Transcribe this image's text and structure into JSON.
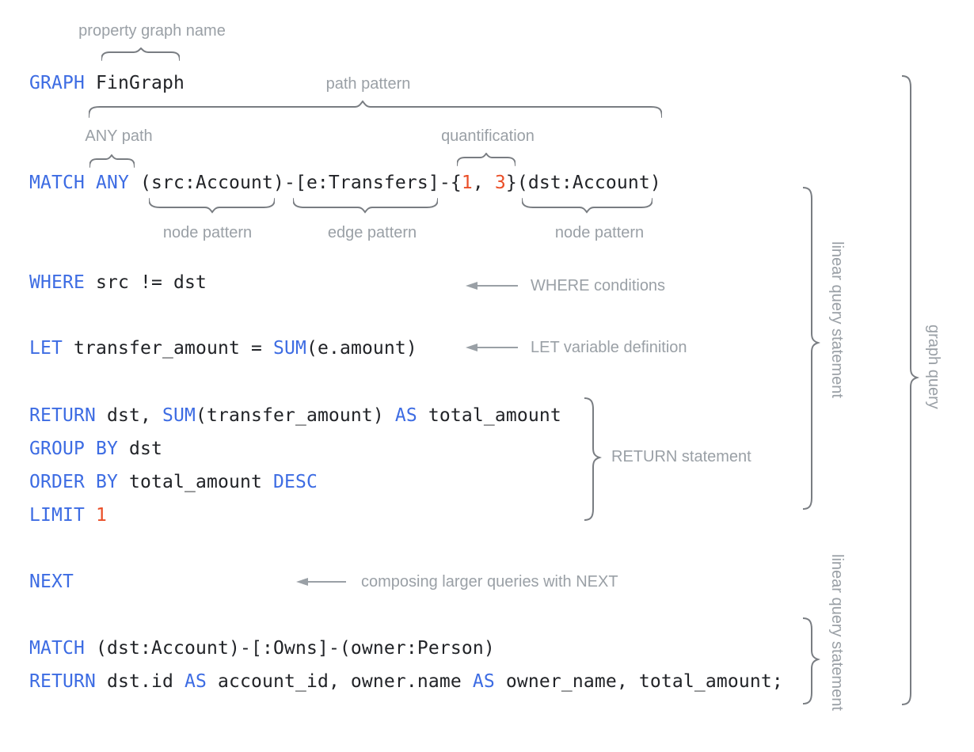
{
  "palette": {
    "background": "#ffffff",
    "keyword": "#3d6ce3",
    "literal": "#ea4e27",
    "code": "#212327",
    "label": "#9aa0a6",
    "line": "#797d82"
  },
  "annotations": {
    "property_graph_name": "property graph name",
    "path_pattern": "path pattern",
    "any_path": "ANY path",
    "quantification": "quantification",
    "node_pattern_left": "node pattern",
    "edge_pattern": "edge pattern",
    "node_pattern_right": "node pattern",
    "where_conditions": "WHERE conditions",
    "let_variable_definition": "LET variable definition",
    "return_statement": "RETURN statement",
    "composing_next": "composing larger queries with NEXT",
    "linear_query_statement_top": "linear query statement",
    "linear_query_statement_bottom": "linear query statement",
    "graph_query": "graph query"
  },
  "code": {
    "graph": {
      "keyword": "GRAPH",
      "name": " FinGraph"
    },
    "match1": {
      "keyword": "MATCH ANY",
      "pattern_open": " (src:Account)-[e:Transfers]-{",
      "min": "1",
      "separator": ", ",
      "max": "3",
      "pattern_close": "}(dst:Account)"
    },
    "where": {
      "keyword": "WHERE",
      "condition": " src != dst"
    },
    "let": {
      "keyword": "LET",
      "assignment": " transfer_amount = ",
      "function": "SUM",
      "args": "(e.amount)"
    },
    "return1": {
      "keyword": "RETURN",
      "items": " dst, ",
      "function": "SUM",
      "args": "(transfer_amount) ",
      "as": "AS",
      "alias": " total_amount"
    },
    "group_by": {
      "keyword": "GROUP BY",
      "expr": " dst"
    },
    "order_by": {
      "keyword": "ORDER BY",
      "expr": " total_amount ",
      "direction": "DESC"
    },
    "limit": {
      "keyword": "LIMIT",
      "value": " 1"
    },
    "next": {
      "keyword": "NEXT"
    },
    "match2": {
      "keyword": "MATCH",
      "pattern": " (dst:Account)-[:Owns]-(owner:Person)"
    },
    "return2": {
      "keyword": "RETURN",
      "expr1": " dst.id ",
      "as1": "AS",
      "expr2": " account_id, owner.name ",
      "as2": "AS",
      "expr3": " owner_name, total_amount;"
    }
  }
}
